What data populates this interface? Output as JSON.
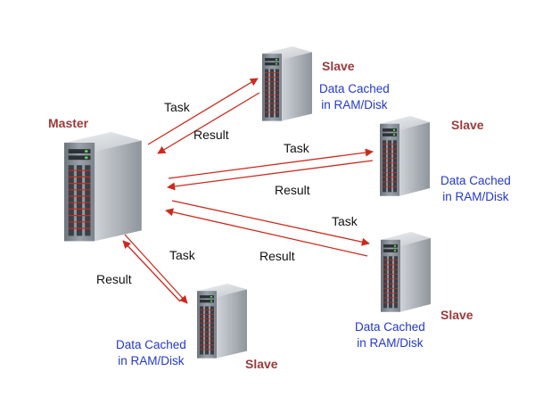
{
  "diagram": {
    "master": {
      "label": "Master",
      "icon": "server-tower-icon"
    },
    "slaves": [
      {
        "label": "Slave",
        "cache_line1": "Data Cached",
        "cache_line2": "in RAM/Disk",
        "task": "Task",
        "result": "Result",
        "icon": "server-tower-icon"
      },
      {
        "label": "Slave",
        "cache_line1": "Data Cached",
        "cache_line2": "in RAM/Disk",
        "task": "Task",
        "result": "Result",
        "icon": "server-tower-icon"
      },
      {
        "label": "Slave",
        "cache_line1": "Data Cached",
        "cache_line2": "in RAM/Disk",
        "task": "Task",
        "result": "Result",
        "icon": "server-tower-icon"
      },
      {
        "label": "Slave",
        "cache_line1": "Data Cached",
        "cache_line2": "in RAM/Disk",
        "task": "Task",
        "result": "Result",
        "icon": "server-tower-icon"
      }
    ]
  },
  "colors": {
    "role_label": "#9b3a3a",
    "cache_text": "#2238cf",
    "arrow": "#cc2a1e",
    "flow_text": "#111111"
  }
}
